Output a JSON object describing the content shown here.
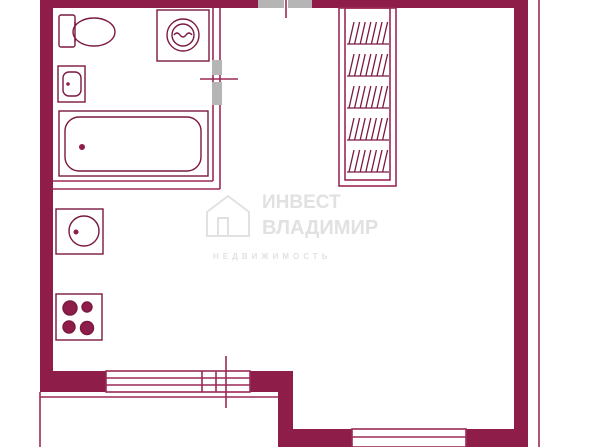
{
  "plan": {
    "colors": {
      "wall": "#8f1d4a",
      "outline": "#9b2a55",
      "fixture_fill": "#ffffff",
      "fixture_stroke": "#7a1840",
      "door_gray": "#b5b5b5",
      "window_fill": "#ffffff",
      "hatch": "#7a1840",
      "burner": "#8f1d4a",
      "watermark": "#c9c9c9"
    },
    "fixtures": {
      "toilet": "toilet-icon",
      "washing_machine": "washing-machine-icon",
      "bathroom_sink": "bathroom-sink-icon",
      "bathtub": "bathtub-icon",
      "kitchen_sink": "kitchen-sink-icon",
      "stove": "stove-icon",
      "wardrobe": "wardrobe-icon"
    },
    "watermark": {
      "logo": "house-logo-icon",
      "line1": "ИНВЕСТ",
      "line2": "ВЛАДИМИР",
      "line3": "НЕДВИЖИМОСТЬ"
    }
  }
}
